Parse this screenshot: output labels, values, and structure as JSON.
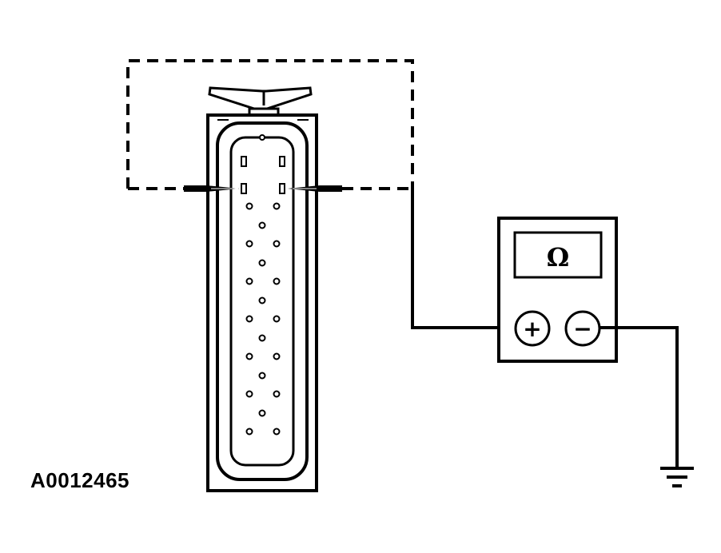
{
  "figure_id": "A0012465",
  "meter": {
    "display_symbol": "Ω",
    "positive_symbol": "+",
    "negative_symbol": "−"
  },
  "icons": [
    "multimeter-icon",
    "probe-icon",
    "ground-icon",
    "connector-icon"
  ],
  "colors": {
    "ink": "#000000",
    "background": "#ffffff"
  },
  "connector": {
    "top_pins": 4,
    "round_pin_rows": [
      "pair",
      "single",
      "pair",
      "single",
      "pair",
      "single",
      "pair",
      "single",
      "pair",
      "single",
      "pair",
      "single",
      "pair"
    ]
  }
}
